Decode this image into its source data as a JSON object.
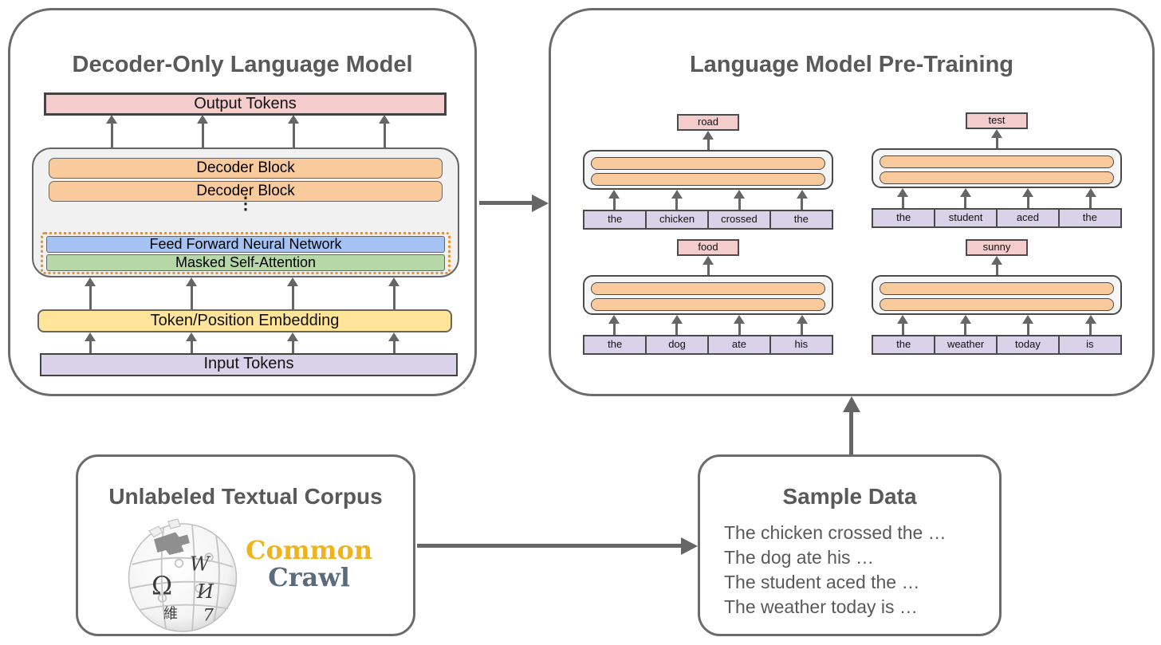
{
  "left_panel": {
    "title": "Decoder-Only Language Model",
    "output_tokens_label": "Output Tokens",
    "decoder_block_1": "Decoder Block",
    "decoder_block_2": "Decoder Block",
    "ellipsis": "⋮",
    "feed_forward_label": "Feed Forward Neural Network",
    "masked_attention_label": "Masked Self-Attention",
    "embedding_label": "Token/Position Embedding",
    "input_tokens_label": "Input Tokens"
  },
  "right_panel": {
    "title": "Language Model Pre-Training",
    "groups": [
      {
        "prediction": "road",
        "tokens": [
          "the",
          "chicken",
          "crossed",
          "the"
        ]
      },
      {
        "prediction": "test",
        "tokens": [
          "the",
          "student",
          "aced",
          "the"
        ]
      },
      {
        "prediction": "food",
        "tokens": [
          "the",
          "dog",
          "ate",
          "his"
        ]
      },
      {
        "prediction": "sunny",
        "tokens": [
          "the",
          "weather",
          "today",
          "is"
        ]
      }
    ]
  },
  "corpus_panel": {
    "title": "Unlabeled Textual Corpus",
    "common_crawl_line1": "Common",
    "common_crawl_line2": "Crawl",
    "wikipedia_glyphs": {
      "omega": "Ω",
      "w": "W",
      "i_cyrillic": "И",
      "cjk": "維",
      "seven": "7"
    }
  },
  "sample_panel": {
    "title": "Sample Data",
    "lines": [
      "The chicken crossed the …",
      "The dog ate his …",
      "The student aced the …",
      "The weather today is …"
    ]
  },
  "colors": {
    "panel_border": "#6b6b6b",
    "title_text": "#595959",
    "arrow": "#666666",
    "pink": "#f4cccc",
    "orange": "#f9cb9c",
    "blue": "#a4c2f4",
    "green": "#b6d7a8",
    "yellow": "#ffe599",
    "purple": "#d9d2e9",
    "dotted_outline": "#e69138",
    "stack_fill": "#f1f1f1",
    "common_crawl_gold": "#efb320",
    "common_crawl_slate": "#5a6b7b"
  }
}
